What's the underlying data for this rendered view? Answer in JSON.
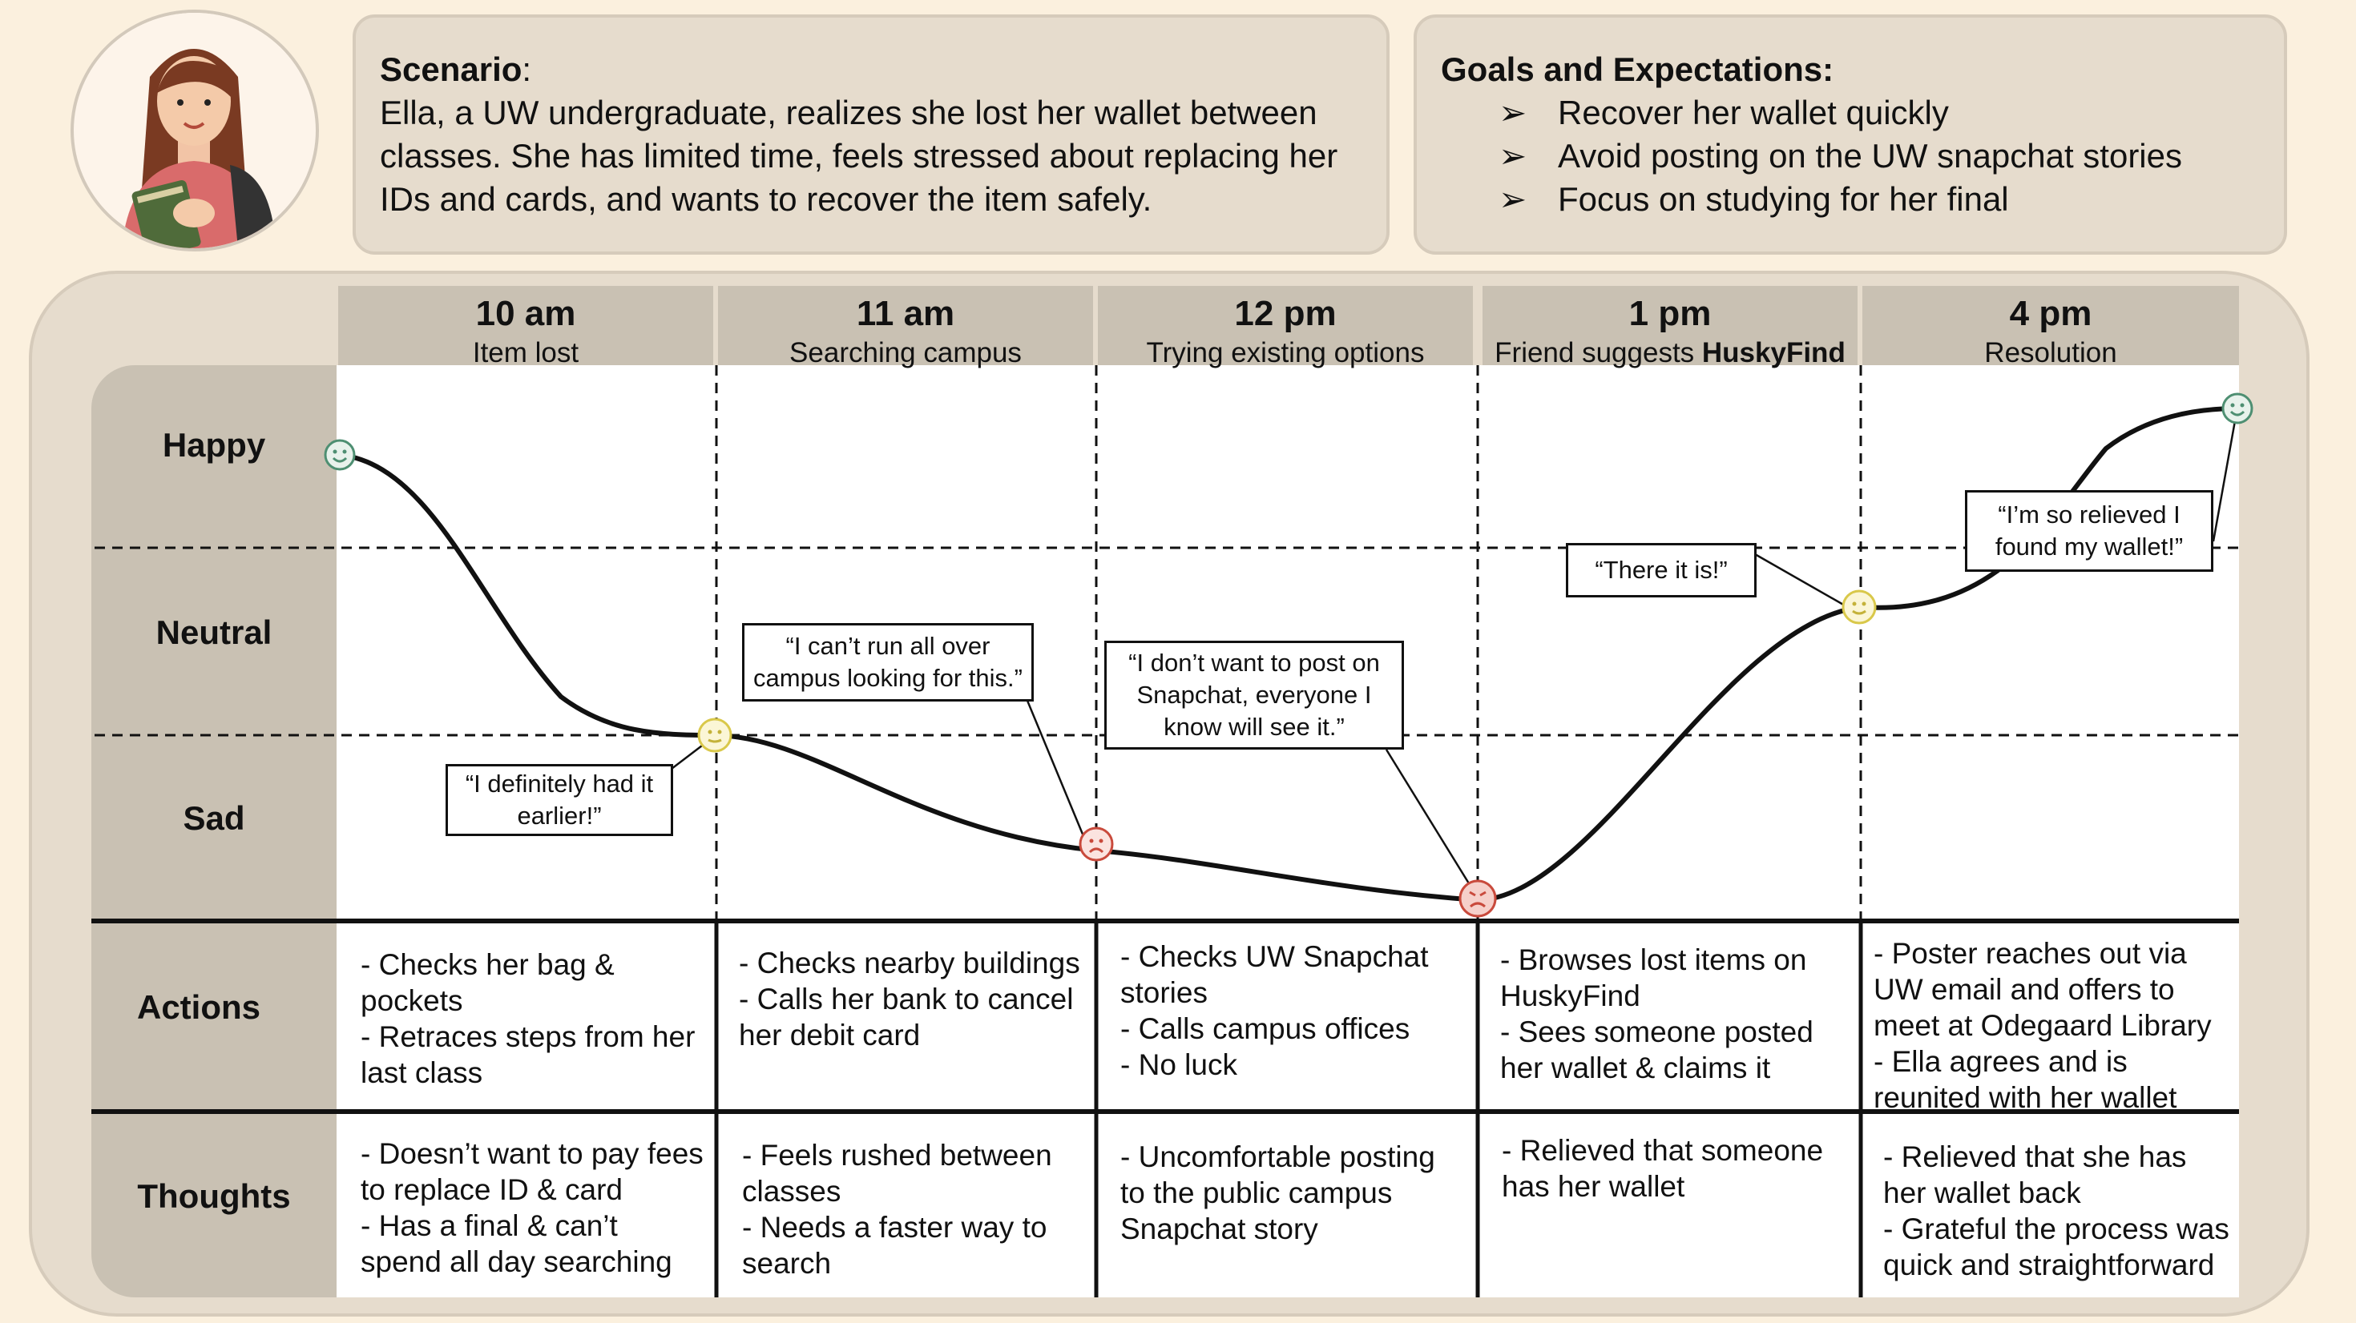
{
  "scenario": {
    "title": "Scenario",
    "title_suffix": ":",
    "body": "Ella, a UW undergraduate, realizes she lost her wallet between classes. She has limited time, feels stressed about replacing her IDs and cards, and wants to recover the item safely."
  },
  "goals": {
    "title": "Goals and Expectations:",
    "bullet": "➢",
    "items": [
      "Recover her wallet quickly",
      "Avoid posting on the UW snapchat stories",
      "Focus on studying for her final"
    ]
  },
  "stages": [
    {
      "time": "10 am",
      "subtitle": "Item lost",
      "subtitle_bold": ""
    },
    {
      "time": "11 am",
      "subtitle": "Searching campus",
      "subtitle_bold": ""
    },
    {
      "time": "12 pm",
      "subtitle": "Trying existing options",
      "subtitle_bold": ""
    },
    {
      "time": "1 pm",
      "subtitle": "Friend suggests ",
      "subtitle_bold": "HuskyFind"
    },
    {
      "time": "4 pm",
      "subtitle": "Resolution",
      "subtitle_bold": ""
    }
  ],
  "rows": {
    "happy": "Happy",
    "neutral": "Neutral",
    "sad": "Sad",
    "actions": "Actions",
    "thoughts": "Thoughts"
  },
  "emotion_levels": [
    "happy",
    "neutral",
    "neutral-low",
    "sad",
    "very-sad",
    "neutral",
    "happy"
  ],
  "emotion_points": [
    {
      "stage": 0,
      "level": "happy",
      "face": "smile-icon"
    },
    {
      "stage": 1,
      "level": "neutral",
      "face": "neutral-icon"
    },
    {
      "stage": 2,
      "level": "sad",
      "face": "frown-icon"
    },
    {
      "stage": 3,
      "level": "very-sad",
      "face": "upset-icon"
    },
    {
      "stage": 4,
      "level": "neutral",
      "face": "neutral-icon"
    },
    {
      "stage": 5,
      "level": "happy",
      "face": "smile-icon"
    }
  ],
  "colors": {
    "background": "#fbf0de",
    "panel": "#e6dccd",
    "header": "#c9c1b3",
    "happy_face": "#4e8f72",
    "neutral_face": "#d9c84a",
    "sad_face": "#c94a3c"
  },
  "quotes": [
    "“I definitely had it earlier!”",
    "“I can’t run all over campus looking for this.”",
    "“I don’t want to post on Snapchat, everyone I know will see it.”",
    "“There it is!”",
    "“I’m so relieved I found my wallet!”"
  ],
  "actions": [
    [
      "- Checks her bag & pockets",
      "- Retraces steps from her last class"
    ],
    [
      "- Checks nearby buildings",
      "- Calls her bank to cancel her debit card"
    ],
    [
      "- Checks UW Snapchat stories",
      "- Calls campus offices",
      "- No luck"
    ],
    [
      "- Browses lost items on HuskyFind",
      "- Sees someone posted her wallet & claims it"
    ],
    [
      "- Poster reaches out via UW email and offers to meet at Odegaard Library",
      "- Ella agrees and is reunited with her wallet"
    ]
  ],
  "thoughts": [
    [
      "- Doesn’t want to pay fees to replace ID & card",
      "- Has a final & can’t spend all day searching"
    ],
    [
      "- Feels rushed between classes",
      "- Needs a faster way to search"
    ],
    [
      "- Uncomfortable posting to the public campus Snapchat story"
    ],
    [
      "- Relieved that someone has her wallet"
    ],
    [
      "- Relieved that she has her wallet back",
      "- Grateful the process was quick and straightforward"
    ]
  ]
}
